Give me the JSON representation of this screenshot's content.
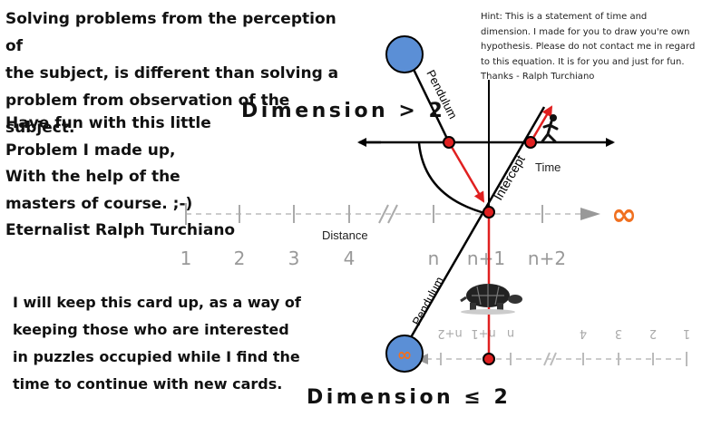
{
  "left_text": {
    "para1": [
      "Solving problems from the perception of",
      "the subject, is different than solving a",
      "problem from observation of the subject."
    ],
    "para2": [
      "Have fun with this little",
      "Problem I made up,",
      "With the help of the",
      "masters of course. ;-)",
      "Eternalist Ralph Turchiano"
    ],
    "para3": [
      "I will keep this card up, as a way of",
      "keeping those who are interested",
      "in puzzles occupied while I find  the",
      "time to continue with new cards."
    ]
  },
  "hint": "Hint: This is a statement of time and dimension. I made for you to draw you're own hypothesis. Please do not contact me in regard to this equation. It is for you and just for fun. Thanks - Ralph Turchiano",
  "diagram": {
    "dimension_top": "Dimension > 2",
    "dimension_bottom": "Dimension ≤ 2",
    "pendulum_top": "Pendulum",
    "pendulum_bottom": "Pendulum",
    "intercept": "Intercept",
    "time": "Time",
    "distance": "Distance",
    "infinity": "∞",
    "scale_labels": [
      "1",
      "2",
      "3",
      "4",
      "n",
      "n+1",
      "n+2"
    ],
    "mirror_labels": [
      "1",
      "2",
      "3",
      "4",
      "n",
      "n+1",
      "n+2"
    ],
    "colors": {
      "bob": "#5b8fd6",
      "arrow": "#e02020",
      "infinity": "#f07020",
      "axis": "#000000",
      "ruler": "#bbbbbb"
    },
    "icons": [
      "runner-icon",
      "turtle-icon"
    ]
  }
}
